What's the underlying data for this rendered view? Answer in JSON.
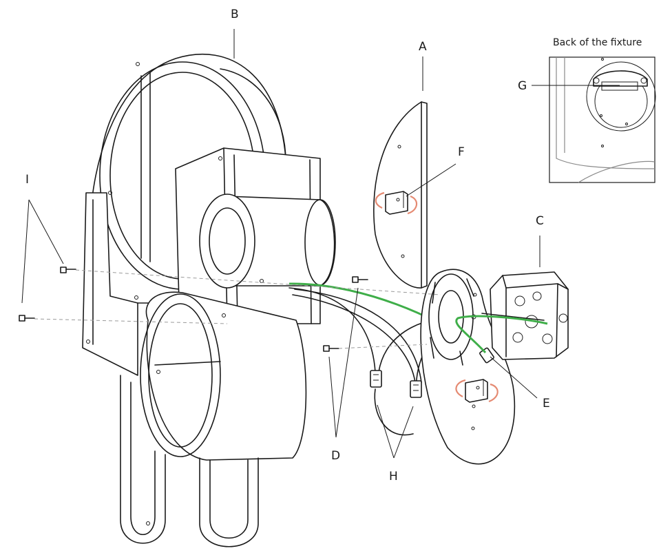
{
  "inset": {
    "title": "Back of the fixture",
    "label_g": "G"
  },
  "labels": {
    "a": "A",
    "b": "B",
    "c": "C",
    "d": "D",
    "e": "E",
    "f": "F",
    "h": "H",
    "i": "I"
  },
  "colors": {
    "ground_wire": "#3fae49",
    "rotate_arrow": "#e58a72",
    "line": "#1a1a1a"
  }
}
